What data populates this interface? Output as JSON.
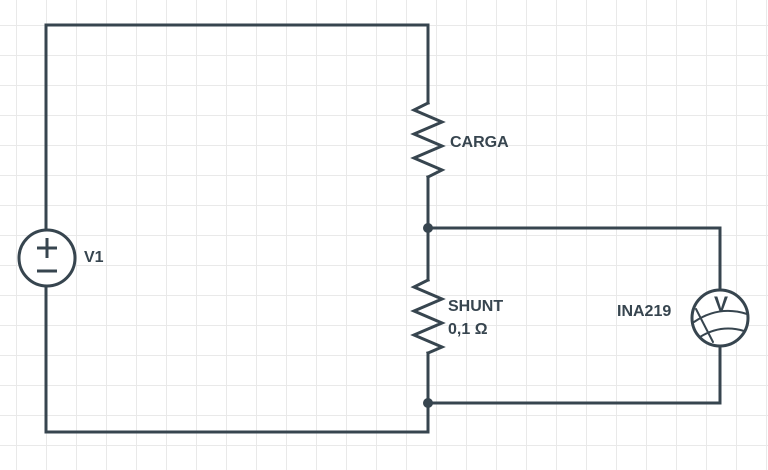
{
  "canvas": {
    "background_color": "#ffffff",
    "grid_color": "#e9e9e9",
    "stroke_color": "#37454f"
  },
  "components": {
    "v1_source": {
      "label": "V1"
    },
    "carga_resistor": {
      "label": "CARGA"
    },
    "shunt_resistor": {
      "label": "SHUNT",
      "value": "0,1 Ω"
    },
    "ina219_meter": {
      "label": "INA219",
      "meter_letter": "V"
    }
  }
}
